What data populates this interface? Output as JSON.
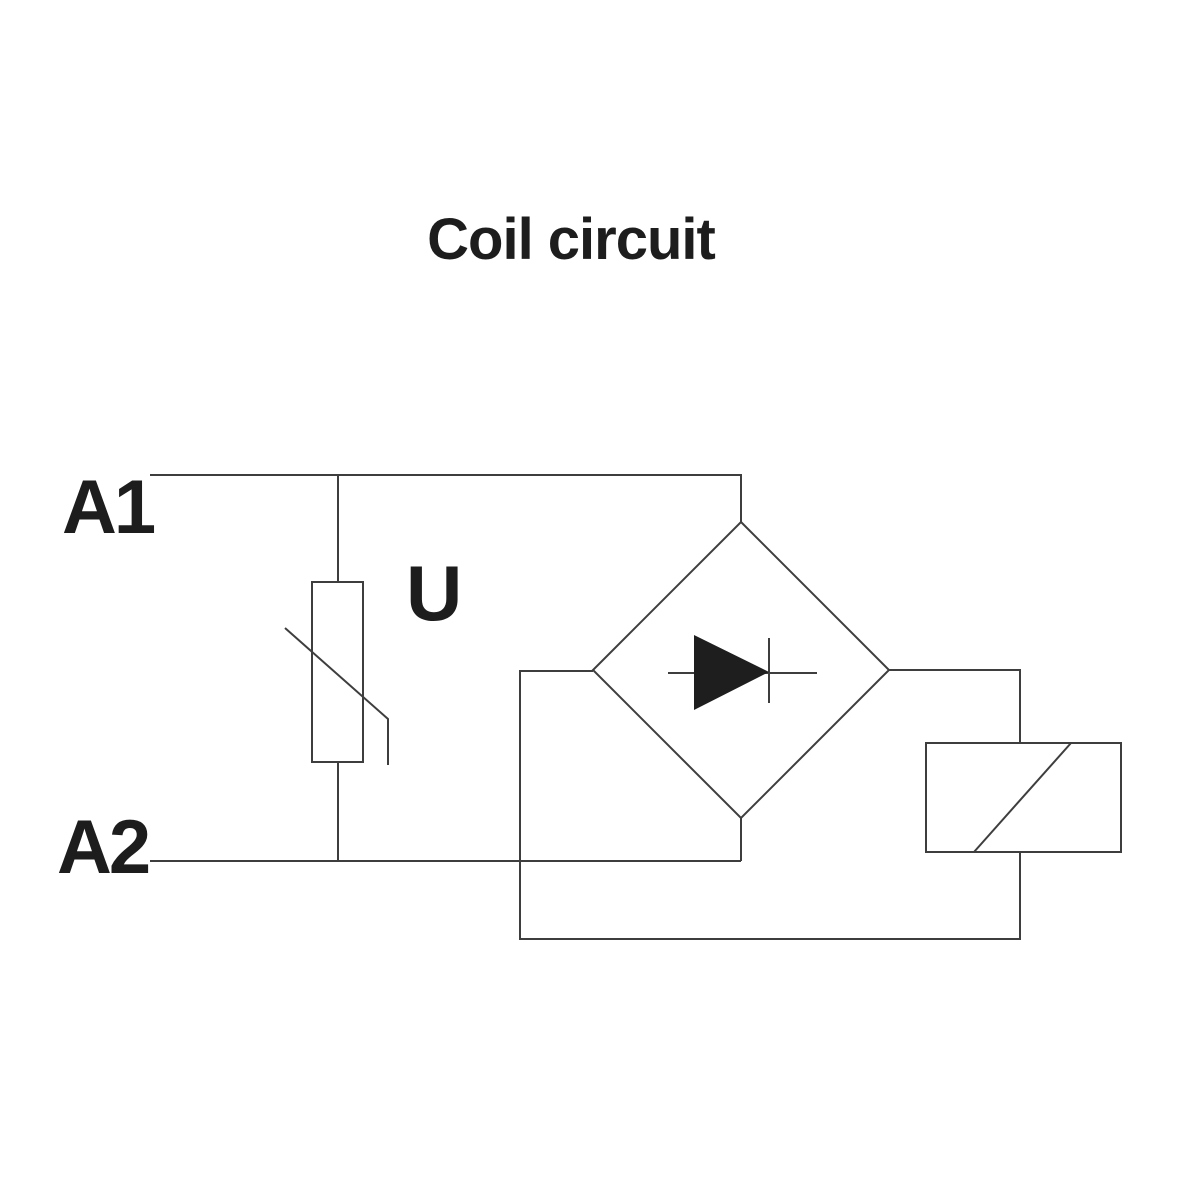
{
  "title": "Coil circuit",
  "labels": {
    "terminal_a1": "A1",
    "terminal_a2": "A2",
    "varistor_voltage": "U"
  },
  "colors": {
    "background": "#ffffff",
    "wire": "#3e3e3e",
    "text": "#1d1d1d",
    "diode_fill": "#1e1e1e"
  }
}
